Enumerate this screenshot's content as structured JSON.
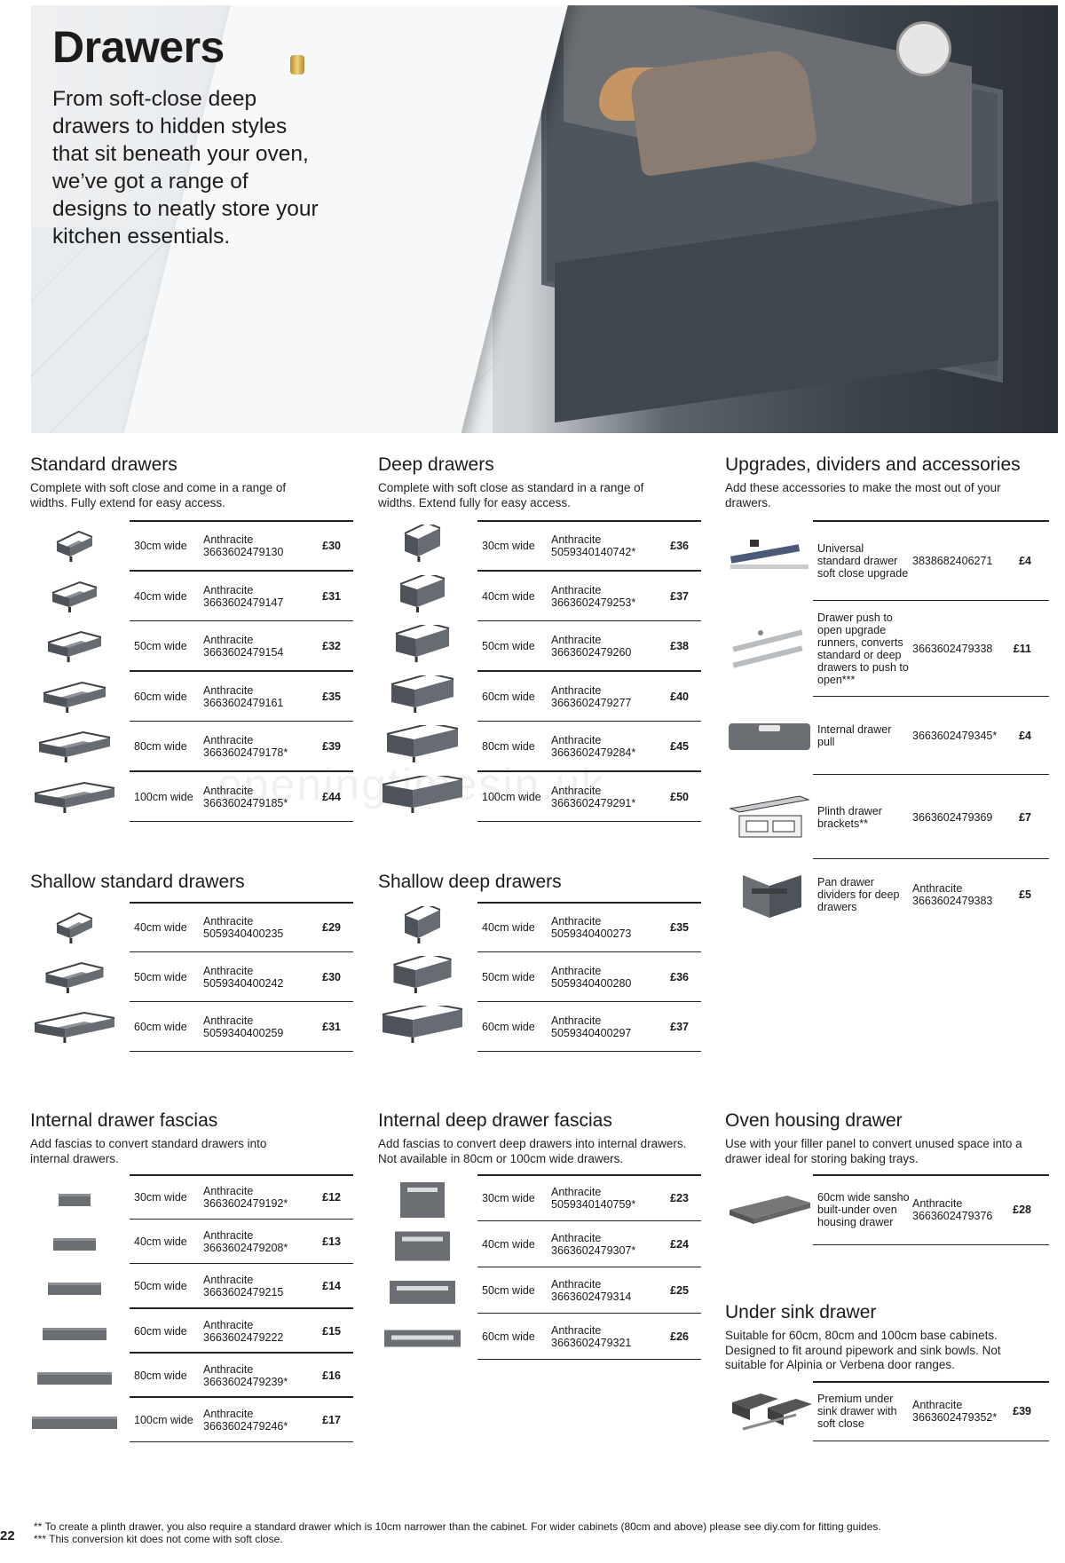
{
  "hero": {
    "title": "Drawers",
    "intro": "From soft-close deep drawers to hidden styles that sit beneath your oven, we’ve got a range of designs to neatly store your kitchen essentials."
  },
  "standard": {
    "title": "Standard drawers",
    "desc": "Complete with soft close and come in a range of widths. Fully extend for easy access.",
    "rows": [
      {
        "size": "30cm wide",
        "colour": "Anthracite",
        "code": "3663602479130",
        "price": "£30"
      },
      {
        "size": "40cm wide",
        "colour": "Anthracite",
        "code": "3663602479147",
        "price": "£31"
      },
      {
        "size": "50cm wide",
        "colour": "Anthracite",
        "code": "3663602479154",
        "price": "£32"
      },
      {
        "size": "60cm wide",
        "colour": "Anthracite",
        "code": "3663602479161",
        "price": "£35"
      },
      {
        "size": "80cm wide",
        "colour": "Anthracite",
        "code": "3663602479178*",
        "price": "£39"
      },
      {
        "size": "100cm wide",
        "colour": "Anthracite",
        "code": "3663602479185*",
        "price": "£44"
      }
    ]
  },
  "deep": {
    "title": "Deep drawers",
    "desc": "Complete with soft close as standard in a range of widths. Extend fully for easy access.",
    "rows": [
      {
        "size": "30cm wide",
        "colour": "Anthracite",
        "code": "5059340140742*",
        "price": "£36"
      },
      {
        "size": "40cm wide",
        "colour": "Anthracite",
        "code": "3663602479253*",
        "price": "£37"
      },
      {
        "size": "50cm wide",
        "colour": "Anthracite",
        "code": "3663602479260",
        "price": "£38"
      },
      {
        "size": "60cm wide",
        "colour": "Anthracite",
        "code": "3663602479277",
        "price": "£40"
      },
      {
        "size": "80cm wide",
        "colour": "Anthracite",
        "code": "3663602479284*",
        "price": "£45"
      },
      {
        "size": "100cm wide",
        "colour": "Anthracite",
        "code": "3663602479291*",
        "price": "£50"
      }
    ]
  },
  "shallow_standard": {
    "title": "Shallow standard drawers",
    "rows": [
      {
        "size": "40cm wide",
        "colour": "Anthracite",
        "code": "5059340400235",
        "price": "£29"
      },
      {
        "size": "50cm wide",
        "colour": "Anthracite",
        "code": "5059340400242",
        "price": "£30"
      },
      {
        "size": "60cm wide",
        "colour": "Anthracite",
        "code": "5059340400259",
        "price": "£31"
      }
    ]
  },
  "shallow_deep": {
    "title": "Shallow deep drawers",
    "rows": [
      {
        "size": "40cm wide",
        "colour": "Anthracite",
        "code": "5059340400273",
        "price": "£35"
      },
      {
        "size": "50cm wide",
        "colour": "Anthracite",
        "code": "5059340400280",
        "price": "£36"
      },
      {
        "size": "60cm wide",
        "colour": "Anthracite",
        "code": "5059340400297",
        "price": "£37"
      }
    ]
  },
  "accessories": {
    "title": "Upgrades, dividers and accessories",
    "desc": "Add these accessories to make the most out of your drawers.",
    "rows": [
      {
        "name": "Universal standard drawer soft close upgrade",
        "code": "3838682406271",
        "price": "£4"
      },
      {
        "name": "Drawer push to open upgrade runners, converts standard or deep drawers to push to open***",
        "code": "3663602479338",
        "price": "£11"
      },
      {
        "name": "Internal drawer pull",
        "code": "3663602479345*",
        "price": "£4"
      },
      {
        "name": "Plinth drawer brackets**",
        "code": "3663602479369",
        "price": "£7"
      },
      {
        "name": "Pan drawer dividers for deep drawers",
        "code": "Anthracite 3663602479383",
        "price": "£5"
      }
    ]
  },
  "fascias": {
    "title": "Internal drawer fascias",
    "desc": "Add fascias to convert standard drawers into internal drawers.",
    "rows": [
      {
        "size": "30cm wide",
        "colour": "Anthracite",
        "code": "3663602479192*",
        "price": "£12"
      },
      {
        "size": "40cm wide",
        "colour": "Anthracite",
        "code": "3663602479208*",
        "price": "£13"
      },
      {
        "size": "50cm wide",
        "colour": "Anthracite",
        "code": "3663602479215",
        "price": "£14"
      },
      {
        "size": "60cm wide",
        "colour": "Anthracite",
        "code": "3663602479222",
        "price": "£15"
      },
      {
        "size": "80cm wide",
        "colour": "Anthracite",
        "code": "3663602479239*",
        "price": "£16"
      },
      {
        "size": "100cm wide",
        "colour": "Anthracite",
        "code": "3663602479246*",
        "price": "£17"
      }
    ]
  },
  "deep_fascias": {
    "title": "Internal deep drawer fascias",
    "desc": "Add fascias to convert deep drawers into internal drawers. Not available in 80cm or 100cm wide drawers.",
    "rows": [
      {
        "size": "30cm wide",
        "colour": "Anthracite",
        "code": "5059340140759*",
        "price": "£23"
      },
      {
        "size": "40cm wide",
        "colour": "Anthracite",
        "code": "3663602479307*",
        "price": "£24"
      },
      {
        "size": "50cm wide",
        "colour": "Anthracite",
        "code": "3663602479314",
        "price": "£25"
      },
      {
        "size": "60cm wide",
        "colour": "Anthracite",
        "code": "3663602479321",
        "price": "£26"
      }
    ]
  },
  "oven": {
    "title": "Oven housing drawer",
    "desc": "Use with your filler panel to convert unused space into a drawer ideal for storing baking trays.",
    "row": {
      "name": "60cm wide sansho built-under oven housing drawer",
      "code": "Anthracite 3663602479376",
      "price": "£28"
    }
  },
  "sink": {
    "title": "Under sink drawer",
    "desc": "Suitable for 60cm, 80cm and 100cm base cabinets. Designed to fit around pipework and sink bowls. Not suitable for Alpinia or Verbena door ranges.",
    "row": {
      "name": "Premium under sink drawer with soft close",
      "code": "Anthracite 3663602479352*",
      "price": "£39"
    }
  },
  "footnotes": {
    "note1": "** To create a plinth drawer, you also require a standard drawer which is 10cm narrower than the cabinet. For wider cabinets (80cm and above) please see diy.com for fitting guides.",
    "note2": "*** This conversion kit does not come with soft close."
  },
  "page_number": "22",
  "watermark": "openingtimesin.uk",
  "colors": {
    "anthracite": "#5a6067",
    "rule": "#222222"
  }
}
